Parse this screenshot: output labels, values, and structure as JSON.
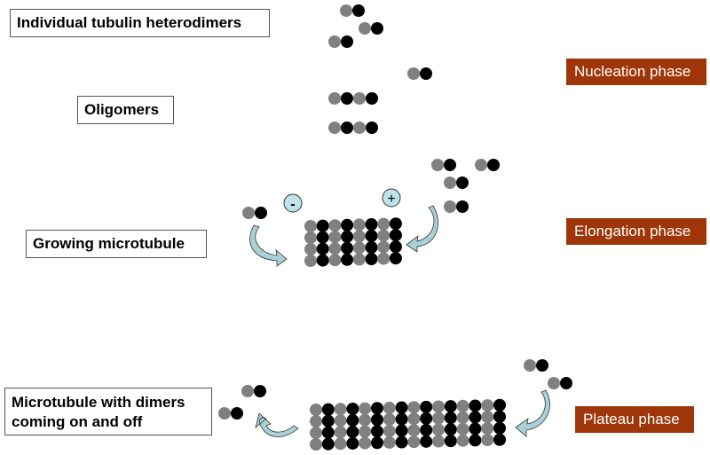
{
  "labels": {
    "individual": "Individual tubulin heterodimers",
    "oligomers": "Oligomers",
    "growing": "Growing microtubule",
    "plateau_line1": "Microtubule with dimers",
    "plateau_line2": "coming on and off"
  },
  "phases": {
    "nucleation": "Nucleation phase",
    "elongation": "Elongation phase",
    "plateau": "Plateau phase"
  },
  "ends": {
    "minus": "-",
    "plus": "+"
  },
  "colors": {
    "alpha_tubulin": "#808080",
    "beta_tubulin": "#000000",
    "phase_badge": "#9e3609",
    "arrow_fill": "#a9d0d6",
    "end_marker": "#bfe3e8"
  },
  "structures": {
    "growing_microtubule": {
      "columns": 8,
      "rows": 4
    },
    "plateau_microtubule": {
      "columns": 16,
      "rows": 4
    },
    "oligomer_units": 4,
    "dimer_units": 2
  }
}
